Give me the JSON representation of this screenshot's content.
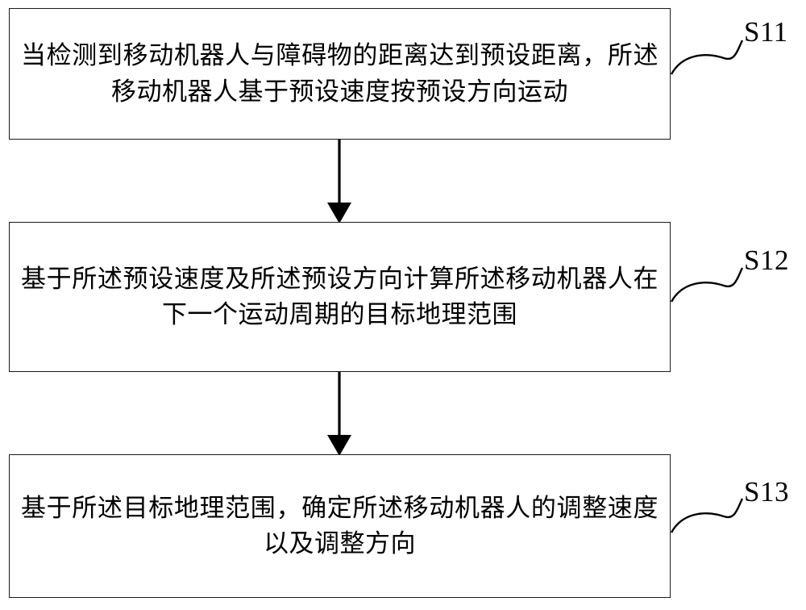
{
  "figure": {
    "type": "flowchart",
    "orientation": "vertical",
    "background_color": "#ffffff",
    "line_color": "#1a1a1a"
  },
  "steps": [
    {
      "id": "S11",
      "label": "S11",
      "text": "当检测到移动机器人与障碍物的距离达到预设距离，所述移动机器人基于预设速度按预设方向运动"
    },
    {
      "id": "S12",
      "label": "S12",
      "text": "基于所述预设速度及所述预设方向计算所述移动机器人在下一个运动周期的目标地理范围"
    },
    {
      "id": "S13",
      "label": "S13",
      "text": "基于所述目标地理范围，确定所述移动机器人的调整速度以及调整方向"
    }
  ],
  "connectors": [
    {
      "from": "S11",
      "to": "S12",
      "style": "solid-arrow-down"
    },
    {
      "from": "S12",
      "to": "S13",
      "style": "solid-arrow-down"
    }
  ],
  "leaders": [
    {
      "for": "S11",
      "style": "s-curve"
    },
    {
      "for": "S12",
      "style": "s-curve"
    },
    {
      "for": "S13",
      "style": "s-curve"
    }
  ]
}
